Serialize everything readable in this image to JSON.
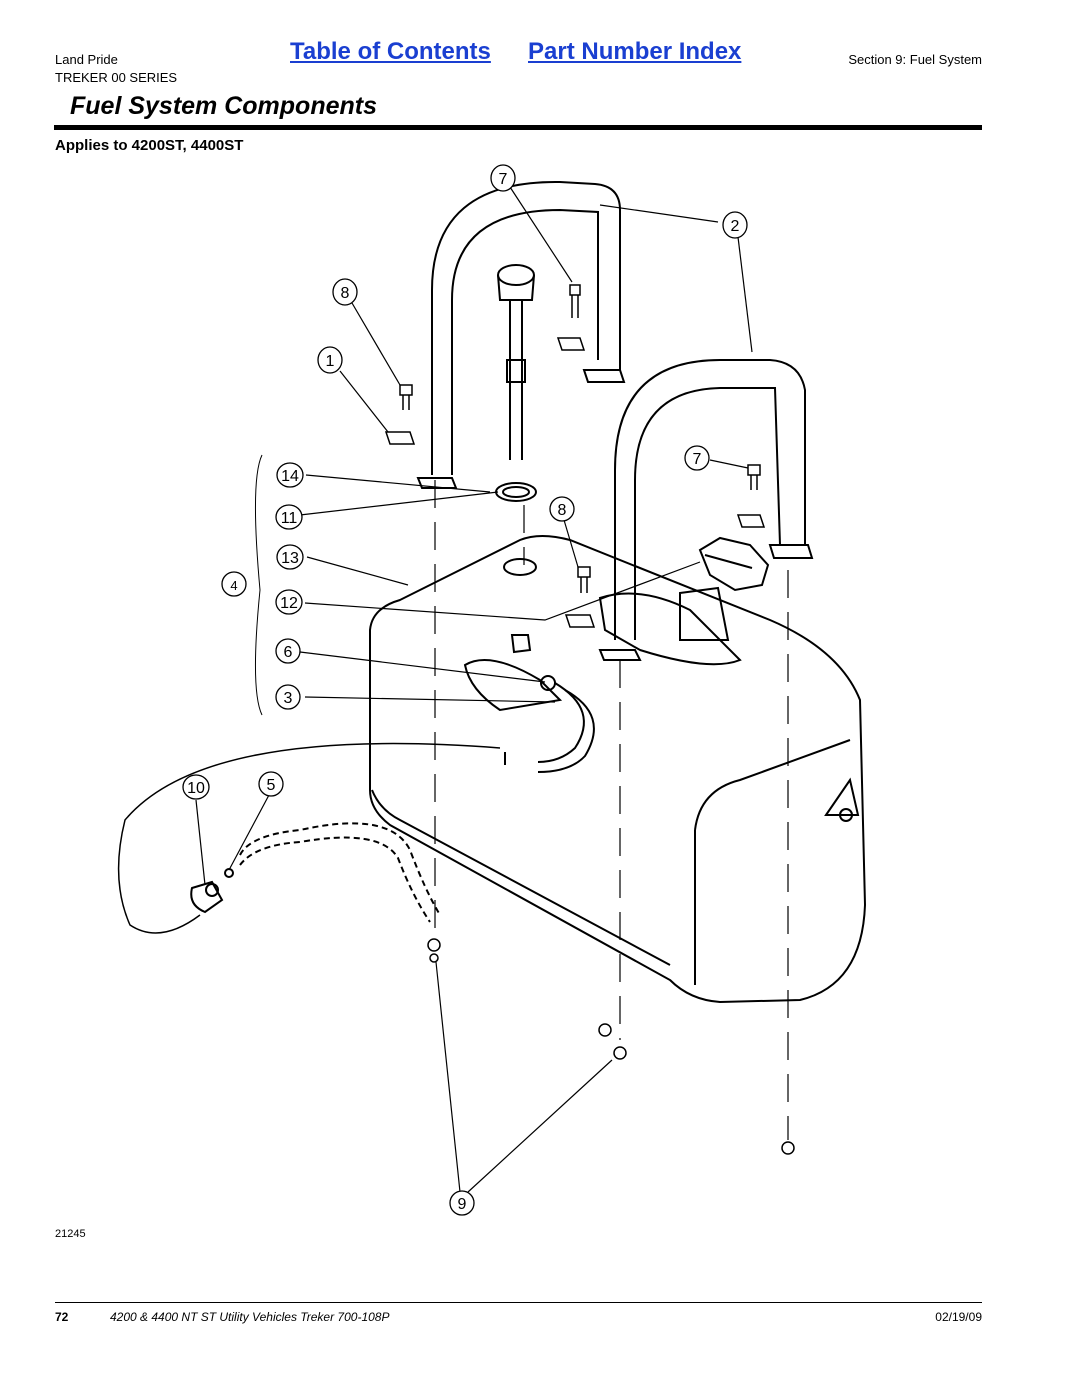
{
  "header": {
    "brand": "Land Pride",
    "series": "TREKER 00 SERIES",
    "toc_link": "Table of Contents",
    "index_link": "Part Number Index",
    "section": "Section 9: Fuel System"
  },
  "page_title": "Fuel System Components",
  "applies_to": "Applies to 4200ST, 4400ST",
  "diagram": {
    "callouts": [
      "7",
      "2",
      "8",
      "1",
      "14",
      "11",
      "13",
      "4",
      "12",
      "6",
      "3",
      "10",
      "5",
      "7",
      "8",
      "9"
    ],
    "drawing_number": "21245"
  },
  "footer": {
    "page_number": "72",
    "manual_title": "4200 & 4400 NT ST Utility Vehicles Treker 700-108P",
    "date": "02/19/09"
  }
}
